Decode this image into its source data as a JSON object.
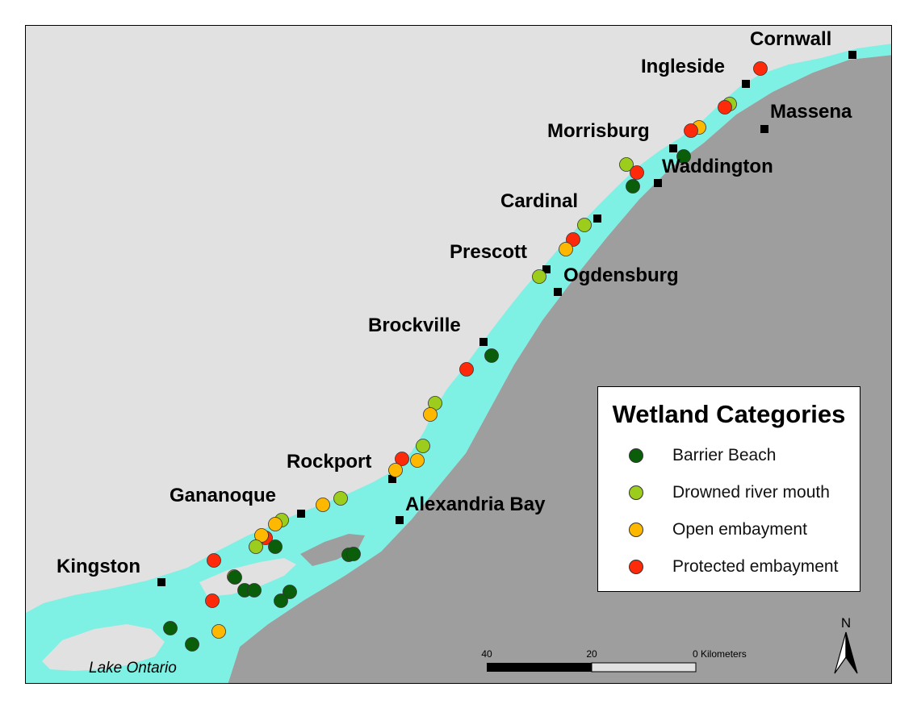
{
  "map": {
    "colors": {
      "land_canada": "#e1e1e1",
      "land_us": "#9e9e9e",
      "water": "#7ef0e4",
      "frame": "#000000"
    },
    "towns": [
      {
        "name": "Cornwall"
      },
      {
        "name": "Ingleside"
      },
      {
        "name": "Massena"
      },
      {
        "name": "Morrisburg"
      },
      {
        "name": "Waddington"
      },
      {
        "name": "Cardinal"
      },
      {
        "name": "Prescott"
      },
      {
        "name": "Ogdensburg"
      },
      {
        "name": "Brockville"
      },
      {
        "name": "Rockport"
      },
      {
        "name": "Gananoque"
      },
      {
        "name": "Alexandria Bay"
      },
      {
        "name": "Kingston"
      }
    ],
    "lake_label": "Lake Ontario",
    "scale_bar": {
      "tick_left": "40",
      "tick_mid": "20",
      "tick_right": "0 Kilometers"
    },
    "north_arrow": {
      "label": "N"
    }
  },
  "legend": {
    "title": "Wetland Categories",
    "items": [
      {
        "label": "Barrier Beach",
        "color": "#0a5e0a"
      },
      {
        "label": "Drowned river mouth",
        "color": "#9ccc1c"
      },
      {
        "label": "Open embayment",
        "color": "#ffb800"
      },
      {
        "label": "Protected embayment",
        "color": "#ff2a0a"
      }
    ]
  }
}
